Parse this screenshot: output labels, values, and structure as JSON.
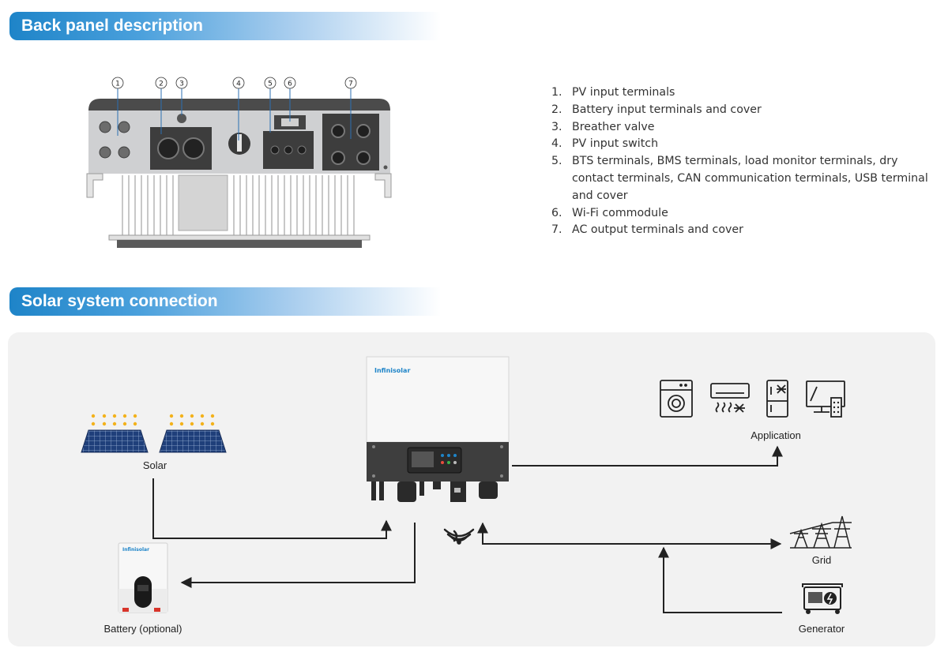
{
  "sections": {
    "back_panel_title": "Back panel description",
    "system_title": "Solar system connection"
  },
  "back_panel": {
    "callouts": [
      "1",
      "2",
      "3",
      "4",
      "5",
      "6",
      "7"
    ],
    "items": [
      {
        "num": "1.",
        "text": "PV input terminals"
      },
      {
        "num": "2.",
        "text": "Battery input terminals and cover"
      },
      {
        "num": "3.",
        "text": "Breather valve"
      },
      {
        "num": "4.",
        "text": "PV input switch"
      },
      {
        "num": "5.",
        "text": "BTS terminals, BMS terminals, load monitor terminals, dry contact terminals, CAN communication terminals, USB terminal and cover"
      },
      {
        "num": "6.",
        "text": "Wi-Fi commodule"
      },
      {
        "num": "7.",
        "text": "AC output terminals and cover"
      }
    ]
  },
  "diagram": {
    "brand_logo": "Infinisolar",
    "labels": {
      "solar": "Solar",
      "application": "Application",
      "grid": "Grid",
      "generator": "Generator",
      "battery": "Battery (optional)"
    },
    "icons": [
      "washing-machine-icon",
      "air-conditioner-icon",
      "refrigerator-icon",
      "tv-icon",
      "wifi-icon",
      "grid-tower-icon",
      "generator-icon",
      "solar-panel-icon"
    ]
  },
  "colors": {
    "header_blue": "#1e84c8",
    "arrow": "#222222",
    "panel_cell": "#1f3f7a",
    "sun_dot": "#f3b21b",
    "brand_blue": "#1e84c8"
  }
}
